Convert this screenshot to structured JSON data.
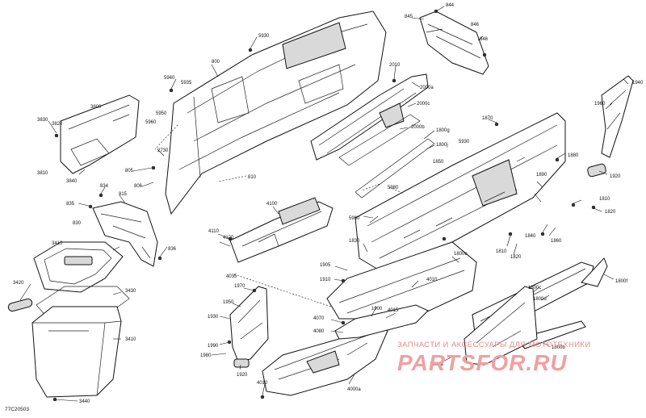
{
  "diagram": {
    "code": "77C20503",
    "watermark": {
      "tagline": "ЗАПЧАСТИ И АКСЕССУАРЫ ДЛЯ МОТОТЕХНИКИ",
      "brand": "PARTSFOR.RU"
    },
    "callouts": [
      {
        "id": "c-845",
        "text": "845"
      },
      {
        "id": "c-844",
        "text": "844"
      },
      {
        "id": "c-846a",
        "text": "846"
      },
      {
        "id": "c-846b",
        "text": "846"
      },
      {
        "id": "c-5930",
        "text": "5930"
      },
      {
        "id": "c-800",
        "text": "800"
      },
      {
        "id": "c-5940",
        "text": "5940"
      },
      {
        "id": "c-5935",
        "text": "5935"
      },
      {
        "id": "c-5950",
        "text": "5950"
      },
      {
        "id": "c-5960",
        "text": "5960"
      },
      {
        "id": "c-2730",
        "text": "2730"
      },
      {
        "id": "c-805",
        "text": "805"
      },
      {
        "id": "c-806",
        "text": "806"
      },
      {
        "id": "c-810",
        "text": "810"
      },
      {
        "id": "c-3800",
        "text": "3800"
      },
      {
        "id": "c-3830",
        "text": "3830"
      },
      {
        "id": "c-3820",
        "text": "3820"
      },
      {
        "id": "c-3810",
        "text": "3810"
      },
      {
        "id": "c-3840",
        "text": "3840"
      },
      {
        "id": "c-834",
        "text": "834"
      },
      {
        "id": "c-815",
        "text": "815"
      },
      {
        "id": "c-835",
        "text": "835"
      },
      {
        "id": "c-830",
        "text": "830"
      },
      {
        "id": "c-836",
        "text": "836"
      },
      {
        "id": "c-2010",
        "text": "2010"
      },
      {
        "id": "c-2000a",
        "text": "2000a"
      },
      {
        "id": "c-2000c",
        "text": "2000c"
      },
      {
        "id": "c-2000b",
        "text": "2000b"
      },
      {
        "id": "c-1800g",
        "text": "1800g"
      },
      {
        "id": "c-1800j",
        "text": "1800j"
      },
      {
        "id": "c-5930b",
        "text": "5930"
      },
      {
        "id": "c-1850",
        "text": "1850"
      },
      {
        "id": "c-1870",
        "text": "1870"
      },
      {
        "id": "c-1960",
        "text": "1960"
      },
      {
        "id": "c-1940",
        "text": "1940"
      },
      {
        "id": "c-1880",
        "text": "1880"
      },
      {
        "id": "c-1920",
        "text": "1920"
      },
      {
        "id": "c-1890",
        "text": "1890"
      },
      {
        "id": "c-1810a",
        "text": "1810"
      },
      {
        "id": "c-1820a",
        "text": "1820"
      },
      {
        "id": "c-1840",
        "text": "1840"
      },
      {
        "id": "c-1860",
        "text": "1860"
      },
      {
        "id": "c-1810b",
        "text": "1810"
      },
      {
        "id": "c-1820b",
        "text": "1820"
      },
      {
        "id": "c-5980",
        "text": "5980"
      },
      {
        "id": "c-5990",
        "text": "5990"
      },
      {
        "id": "c-4100",
        "text": "4100"
      },
      {
        "id": "c-4110",
        "text": "4110"
      },
      {
        "id": "c-4120",
        "text": "4120"
      },
      {
        "id": "c-4035",
        "text": "4035"
      },
      {
        "id": "c-1830",
        "text": "1830"
      },
      {
        "id": "c-1800e",
        "text": "1800e"
      },
      {
        "id": "c-1800f",
        "text": "1800f"
      },
      {
        "id": "c-1905",
        "text": "1905"
      },
      {
        "id": "c-1910",
        "text": "1910"
      },
      {
        "id": "c-4010a",
        "text": "4010"
      },
      {
        "id": "c-1970",
        "text": "1970"
      },
      {
        "id": "c-1950",
        "text": "1950"
      },
      {
        "id": "c-1930",
        "text": "1930"
      },
      {
        "id": "c-1990",
        "text": "1990"
      },
      {
        "id": "c-1980",
        "text": "1980"
      },
      {
        "id": "c-1920b",
        "text": "1920"
      },
      {
        "id": "c-1900",
        "text": "1900"
      },
      {
        "id": "c-4015",
        "text": "4015"
      },
      {
        "id": "c-4070",
        "text": "4070"
      },
      {
        "id": "c-4080",
        "text": "4080"
      },
      {
        "id": "c-4000a",
        "text": "4000a"
      },
      {
        "id": "c-4010b",
        "text": "4010"
      },
      {
        "id": "c-1800a",
        "text": "1800a"
      },
      {
        "id": "c-1800c",
        "text": "1800c"
      },
      {
        "id": "c-1800b",
        "text": "1800b"
      },
      {
        "id": "c-1800d",
        "text": "1800d"
      },
      {
        "id": "c-3410a",
        "text": "3410"
      },
      {
        "id": "c-3420",
        "text": "3420"
      },
      {
        "id": "c-3430",
        "text": "3430"
      },
      {
        "id": "c-3410b",
        "text": "3410"
      },
      {
        "id": "c-3440",
        "text": "3440"
      }
    ]
  }
}
